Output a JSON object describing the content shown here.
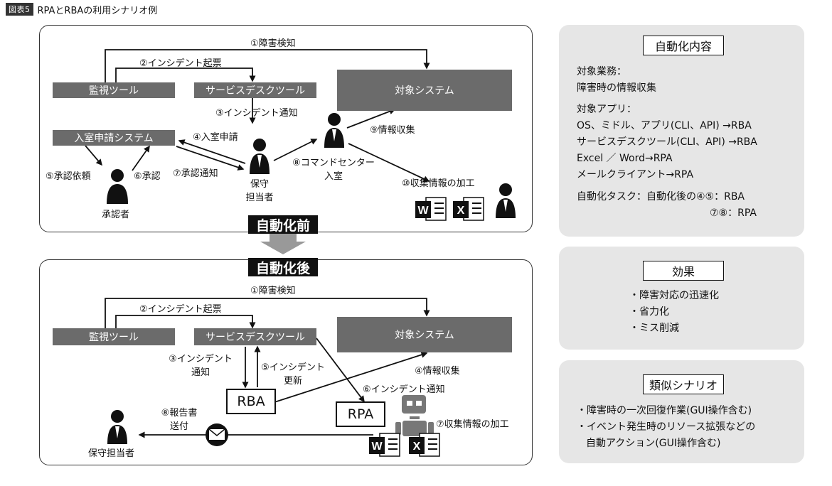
{
  "figure": {
    "tag": "図表5",
    "title": "RPAとRBAの利用シナリオ例"
  },
  "before": {
    "banner": "自動化前",
    "monitor_tool": "監視ツール",
    "service_desk_tool": "サービスデスクツール",
    "target_system": "対象システム",
    "room_request_system": "入室申請システム",
    "step1": "①障害検知",
    "step2": "②インシデント起票",
    "step3": "③インシデント通知",
    "step4": "④入室申請",
    "step5": "⑤承認依頼",
    "step6": "⑥承認",
    "step7": "⑦承認通知",
    "step8_line1": "⑧コマンドセンター",
    "step8_line2": "入室",
    "step9": "⑨情報収集",
    "step10": "⑩収集情報の加工",
    "approver": "承認者",
    "maintainer_line1": "保守",
    "maintainer_line2": "担当者"
  },
  "after": {
    "banner": "自動化後",
    "monitor_tool": "監視ツール",
    "service_desk_tool": "サービスデスクツール",
    "target_system": "対象システム",
    "step1": "①障害検知",
    "step2": "②インシデント起票",
    "step3_line1": "③インシデント",
    "step3_line2": "通知",
    "step4": "④情報収集",
    "step5_line1": "⑤インシデント",
    "step5_line2": "更新",
    "step6": "⑥インシデント通知",
    "step7": "⑦収集情報の加工",
    "step8_line1": "⑧報告書",
    "step8_line2": "送付",
    "rba": "RBA",
    "rpa": "RPA",
    "maintainer": "保守担当者"
  },
  "right": {
    "automation": {
      "heading": "自動化内容",
      "lines": [
        "対象業務：",
        "障害時の情報収集",
        "対象アプリ：",
        "OS、ミドル、アプリ(CLI、API) →RBA",
        "サービスデスクツール(CLI、API) →RBA",
        "Excel ／ Word→RPA",
        "メールクライアント→RPA",
        "自動化タスク：自動化後の④⑤：RBA",
        "⑦⑧：RPA"
      ]
    },
    "effects": {
      "heading": "効果",
      "lines": [
        "・障害対応の迅速化",
        "・省力化",
        "・ミス削減"
      ]
    },
    "similar": {
      "heading": "類似シナリオ",
      "lines": [
        "・障害時の一次回復作業(GUI操作含む)",
        "・イベント発生時のリソース拡張などの",
        "自動アクション(GUI操作含む)"
      ]
    }
  }
}
